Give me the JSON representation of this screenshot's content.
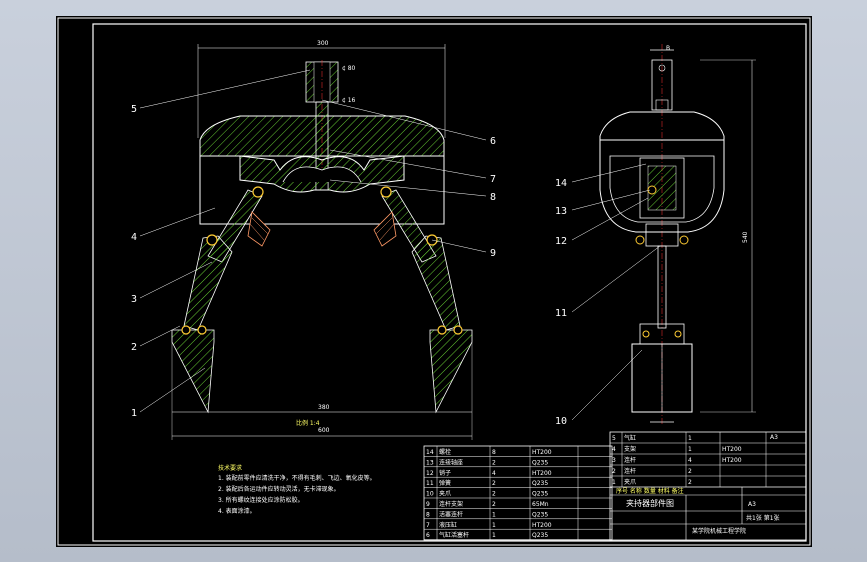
{
  "drawing": {
    "title_block_title": "夹持器部件图",
    "top_dim": "300",
    "bottom_dim": "380",
    "bottom_dim2": "600",
    "side_dim": "540",
    "section_mark": "B",
    "scale_label": "A3",
    "tech_requirements_title": "技术要求",
    "tech_requirements": [
      "1. 装配前零件应清洗干净，不得有毛刺、飞边、氧化皮等。",
      "2. 装配后各运动件应转动灵活，无卡滞现象。",
      "3. 所有螺纹连接处应涂防松胶。",
      "4. 表面涂漆。"
    ]
  },
  "callouts_left": [
    "5",
    "4",
    "3",
    "2",
    "1"
  ],
  "callouts_right": [
    "6",
    "7",
    "8",
    "9"
  ],
  "callouts_side": [
    "14",
    "13",
    "12",
    "11",
    "10"
  ],
  "bom": [
    [
      "14",
      "螺栓",
      "8",
      "HT200",
      ""
    ],
    [
      "13",
      "连接轴座",
      "2",
      "Q235",
      ""
    ],
    [
      "12",
      "销子",
      "4",
      "HT200",
      ""
    ],
    [
      "11",
      "弹簧",
      "2",
      "Q235",
      ""
    ],
    [
      "10",
      "夹爪",
      "2",
      "Q235",
      ""
    ],
    [
      "9",
      "连杆支架",
      "2",
      "65Mn",
      ""
    ],
    [
      "8",
      "活塞连杆",
      "1",
      "Q235",
      ""
    ],
    [
      "7",
      "液压缸",
      "1",
      "HT200",
      ""
    ],
    [
      "6",
      "气缸活塞杆",
      "1",
      "Q235",
      ""
    ]
  ],
  "bom_right": [
    [
      "5",
      "气缸",
      "1",
      "",
      ""
    ],
    [
      "4",
      "支架",
      "1",
      "HT200",
      ""
    ],
    [
      "3",
      "连杆",
      "4",
      "HT200",
      ""
    ],
    [
      "2",
      "连杆",
      "2",
      "",
      ""
    ],
    [
      "1",
      "夹爪",
      "2",
      "",
      ""
    ]
  ],
  "title_block": {
    "header": "序号 名称 数量 材料 备注",
    "name": "夹持器部件图",
    "school": "某学院机械工程学院",
    "sheet": "共1张 第1张"
  }
}
